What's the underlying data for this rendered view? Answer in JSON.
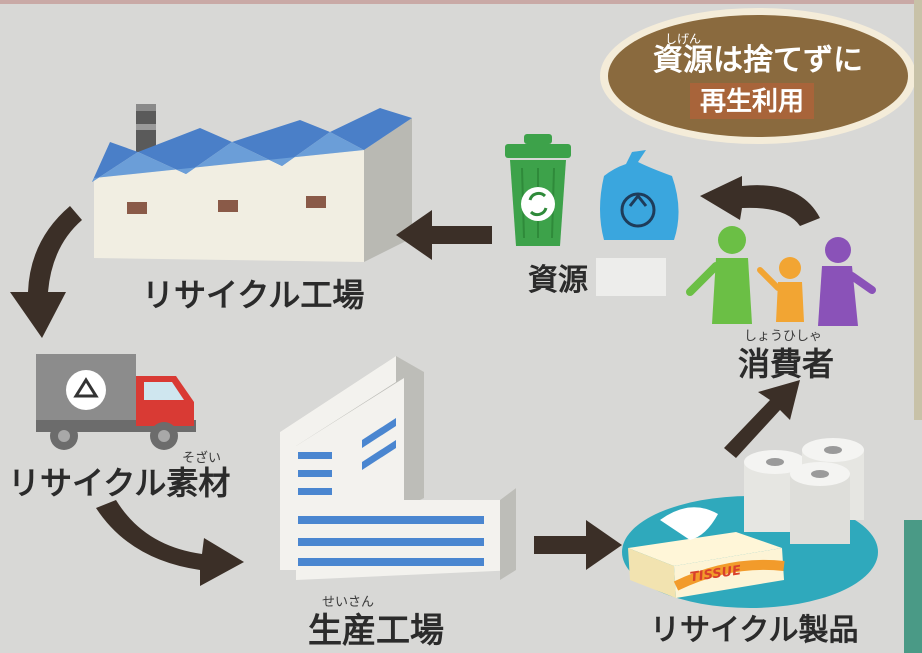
{
  "badge": {
    "ruby": "しげん",
    "title": "資源は捨てずに",
    "subtitle": "再生利用"
  },
  "nodes": {
    "factory": {
      "label": "リサイクル工場"
    },
    "resources": {
      "label": "資源"
    },
    "consumers": {
      "ruby": "しょうひしゃ",
      "label": "消費者"
    },
    "material": {
      "ruby": "そざい",
      "label": "リサイクル素材"
    },
    "production": {
      "ruby": "せいさん",
      "label": "生産工場"
    },
    "products": {
      "label": "リサイクル製品",
      "box_text": "TISSUE"
    }
  },
  "colors": {
    "background": "#d8d8d6",
    "arrow": "#3b2f27",
    "badge_fill": "#8a6a3e",
    "roof": "#4a7fc8",
    "bin_green": "#3da24a",
    "bag_blue": "#3aa6de",
    "truck_red": "#d93a34",
    "teal_ellipse": "#2fa9bc"
  },
  "icons": [
    "factory-icon",
    "recycle-bin-icon",
    "recycle-bag-icon",
    "consumers-icon",
    "truck-icon",
    "building-icon",
    "tissue-box-icon",
    "toilet-paper-icon"
  ]
}
